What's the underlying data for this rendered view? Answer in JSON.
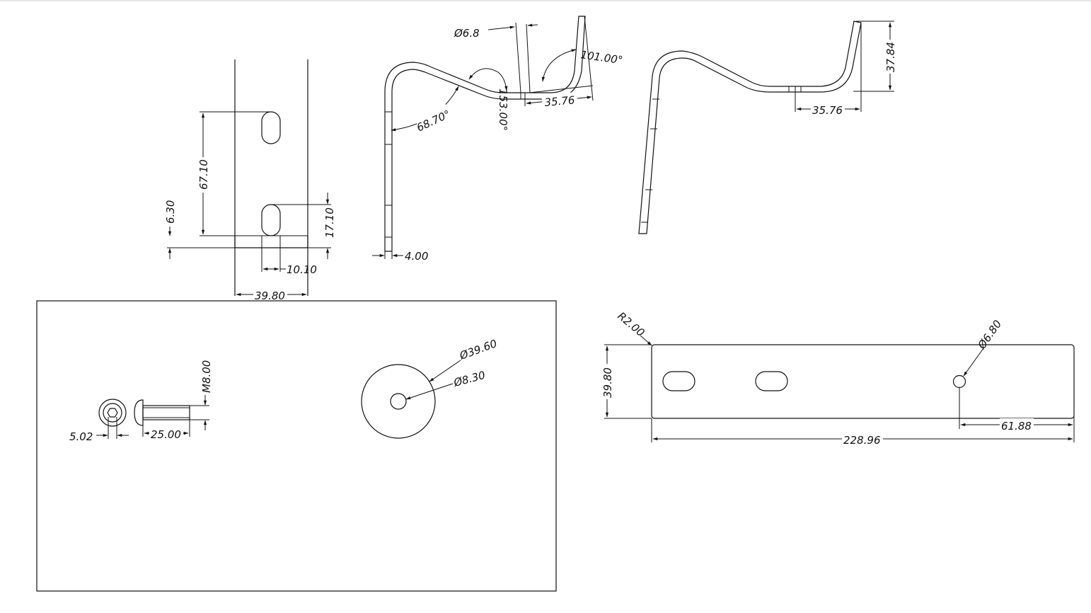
{
  "drawing": {
    "front_view": {
      "height_dim": "67.10",
      "bottom_offset_dim": "6.30",
      "slot_height_dim": "17.10",
      "slot_width_dim": "10.10",
      "width_dim": "39.80"
    },
    "side_view": {
      "hole_dim": "Ø6.8",
      "angle_a": "101.00°",
      "angle_b": "68.70°",
      "angle_c": "153.00°",
      "offset_dim": "35.76",
      "thickness_dim": "4.00"
    },
    "iso_view": {
      "height_dim": "37.84",
      "offset_dim": "35.76"
    },
    "hardware_panel": {
      "bolt_head_dim": "5.02",
      "bolt_length_dim": "25.00",
      "bolt_thread_dim": "M8.00",
      "washer_outer_dim": "Ø39.60",
      "washer_inner_dim": "Ø8.30"
    },
    "flat_pattern": {
      "corner_radius_dim": "R2.00",
      "height_dim": "39.80",
      "hole_dim": "Ø6.80",
      "hole_offset_dim": "61.88",
      "length_dim": "228.96"
    }
  }
}
